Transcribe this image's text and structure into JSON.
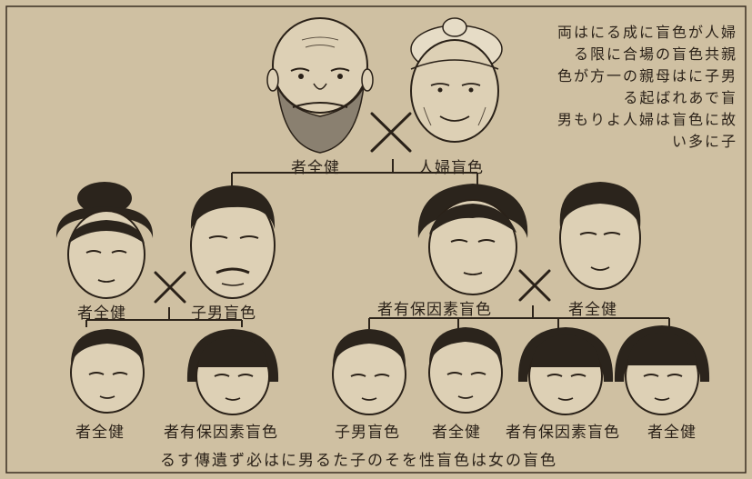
{
  "colors": {
    "paper": "#cfc0a2",
    "ink": "#2a2118",
    "skin": "#ded1b6",
    "hair": "#2b241c"
  },
  "note_lines": [
    "両はにる成に盲色が人婦",
    "る限に合場の盲色共親",
    "色が方一の親母はに子男",
    "る起ばれあで盲",
    "男もりよ人婦は盲色に故",
    "い多に子"
  ],
  "people": {
    "grandfather": "者全健",
    "grandmother": "人婦盲色",
    "p1": "者全健",
    "p2": "子男盲色",
    "p3": "者有保因素盲色",
    "p4": "者全健",
    "c1": "者全健",
    "c2": "者有保因素盲色",
    "c3": "子男盲色",
    "c4": "者全健",
    "c5": "者有保因素盲色",
    "c6": "者全健"
  },
  "caption": "るす傳遺ず必はに男るた子のそを性盲色は女の盲色",
  "icons": {
    "cross": "cross-icon"
  }
}
